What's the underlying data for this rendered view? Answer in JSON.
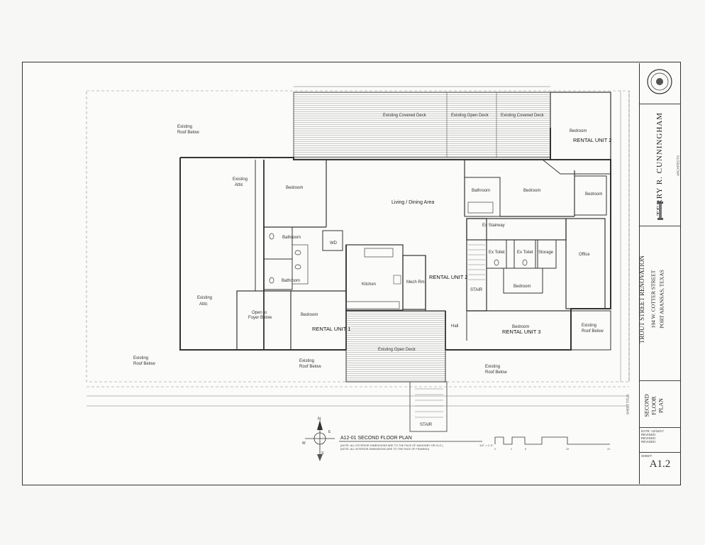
{
  "drawing": {
    "title": "A12-01   SECOND FLOOR PLAN",
    "note_line_1": "(NOTE: ALL EXTERIOR DIMENSIONS ARE TO THE FACE OF MASONRY OR CLG.)",
    "note_line_2": "(NOTE: ALL INTERIOR DIMENSIONS ARE TO THE FACE OF FRAMING)",
    "scale": "1/4\" = 1'-0\"",
    "scale_ticks": [
      "0",
      "4",
      "8",
      "16",
      "24"
    ],
    "compass": {
      "n": "N",
      "s": "S",
      "e": "E",
      "w": "W"
    }
  },
  "rooms": {
    "existing_covered_deck_1": "Existing Covered Deck",
    "existing_open_deck_top": "Existing Open Deck",
    "existing_covered_deck_2": "Existing Covered Deck",
    "bedroom_unit2_top": "Bedroom",
    "rental_unit_2_top": "RENTAL UNIT 2",
    "existing_roof_below_tl_1": "Existing",
    "existing_roof_below_tl_2": "Roof Below",
    "existing_attic_top_1": "Existing",
    "existing_attic_top_2": "Attic",
    "bedroom_left_top": "Bedroom",
    "living_dining": "Living / Dining Area",
    "bathroom_mid": "Bathroom",
    "bedroom_mid_right": "Bedroom",
    "bedroom_far_right": "Bedroom",
    "bathroom_left": "Bathroom",
    "wd": "WD",
    "ex_stairway": "Ex Stairway",
    "ex_toilet": "Ex Toilet",
    "ex_toilet_2": "Ex Toilet",
    "storage": "Storage",
    "office": "Office",
    "bathroom_left_2": "Bathroom",
    "kitchen": "Kitchen",
    "mech_rm": "Mech Rm",
    "rental_unit_2_mid": "RENTAL UNIT 2",
    "stair_inner": "STAIR",
    "bedroom_center": "Bedroom",
    "existing_attic_left_1": "Existing",
    "existing_attic_left_2": "Attic",
    "open_to_foyer_1": "Open to",
    "open_to_foyer_2": "Foyer Below",
    "bedroom_unit1": "Bedroom",
    "rental_unit_1": "RENTAL UNIT 1",
    "hall": "Hall",
    "bedroom_unit3": "Bedroom",
    "rental_unit_3": "RENTAL UNIT 3",
    "existing_roof_below_r_1": "Existing",
    "existing_roof_below_r_2": "Roof Below",
    "existing_open_deck_bottom": "Existing Open Deck",
    "existing_roof_below_bl_1": "Existing",
    "existing_roof_below_bl_2": "Roof Below",
    "existing_roof_below_bc_1": "Existing",
    "existing_roof_below_bc_2": "Roof Below",
    "existing_roof_below_br_1": "Existing",
    "existing_roof_below_br_2": "Roof Below",
    "stair_exterior": "STAIR"
  },
  "title_block": {
    "architect_name": "TERRY R. CUNNINGHAM",
    "architect_sub": "ARCHITECTS",
    "project_name": "TROUT STREET RENOVATION",
    "project_address": "104 W. COTTER STREET",
    "project_city": "PORT ARANSAS, TEXAS",
    "sheet_title_label": "SHEET TITLE:",
    "sheet_title_1": "SECOND",
    "sheet_title_2": "FLOOR",
    "sheet_title_3": "PLAN",
    "date_label": "DATE:",
    "date_value": "12/15/17",
    "revised_1": "REVISED:",
    "revised_2": "REVISED:",
    "revised_3": "REVISED:",
    "sheet_label": "SHEET:",
    "sheet_number": "A1.2"
  },
  "colors": {
    "line": "#333333",
    "paper": "#f7f7f6",
    "hatch": "#666666"
  }
}
